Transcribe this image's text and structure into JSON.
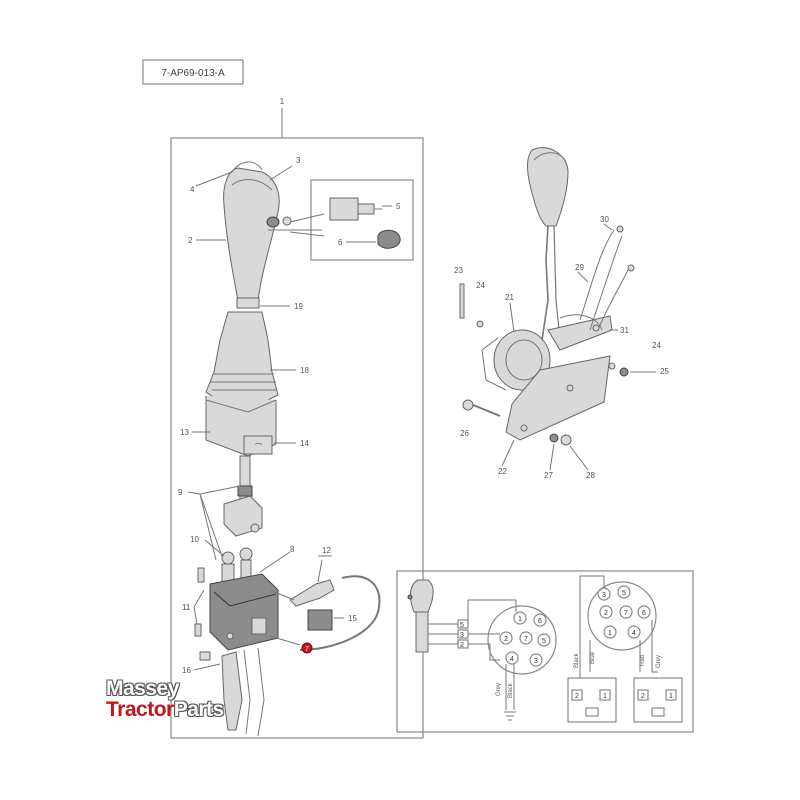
{
  "reference_code": "7-AP69-013-A",
  "callouts": {
    "c1": "1",
    "c2": "2",
    "c3": "3",
    "c4": "4",
    "c5": "5",
    "c6": "6",
    "c7": "7",
    "c8": "8",
    "c9": "9",
    "c10": "10",
    "c11": "11",
    "c12": "12",
    "c13": "13",
    "c14": "14",
    "c15": "15",
    "c16": "16",
    "c18": "18",
    "c19": "19",
    "c21": "21",
    "c22": "22",
    "c23": "23",
    "c24a": "24",
    "c24b": "24",
    "c25": "25",
    "c26": "26",
    "c27": "27",
    "c28": "28",
    "c29": "29",
    "c30": "30",
    "c31": "31"
  },
  "wiring": {
    "left_pins": [
      "1",
      "6",
      "2",
      "7",
      "5",
      "4",
      "3"
    ],
    "right_pins": [
      "3",
      "5",
      "2",
      "7",
      "6",
      "1",
      "4"
    ],
    "left_terminals": [
      "5",
      "3",
      "2"
    ],
    "wire_labels_left": [
      "Grey",
      "Black"
    ],
    "wire_labels_right": [
      "Black",
      "Blue",
      "Red",
      "Grey"
    ],
    "relay_left_pins": [
      "2",
      "1"
    ],
    "relay_right_pins": [
      "2",
      "1"
    ]
  },
  "logo": {
    "line1": "Massey",
    "line2_a": "Tractor",
    "line2_b": "Parts"
  },
  "colors": {
    "line": "#777777",
    "part_fill": "#d9d9d9",
    "logo_red": "#c4161c"
  }
}
